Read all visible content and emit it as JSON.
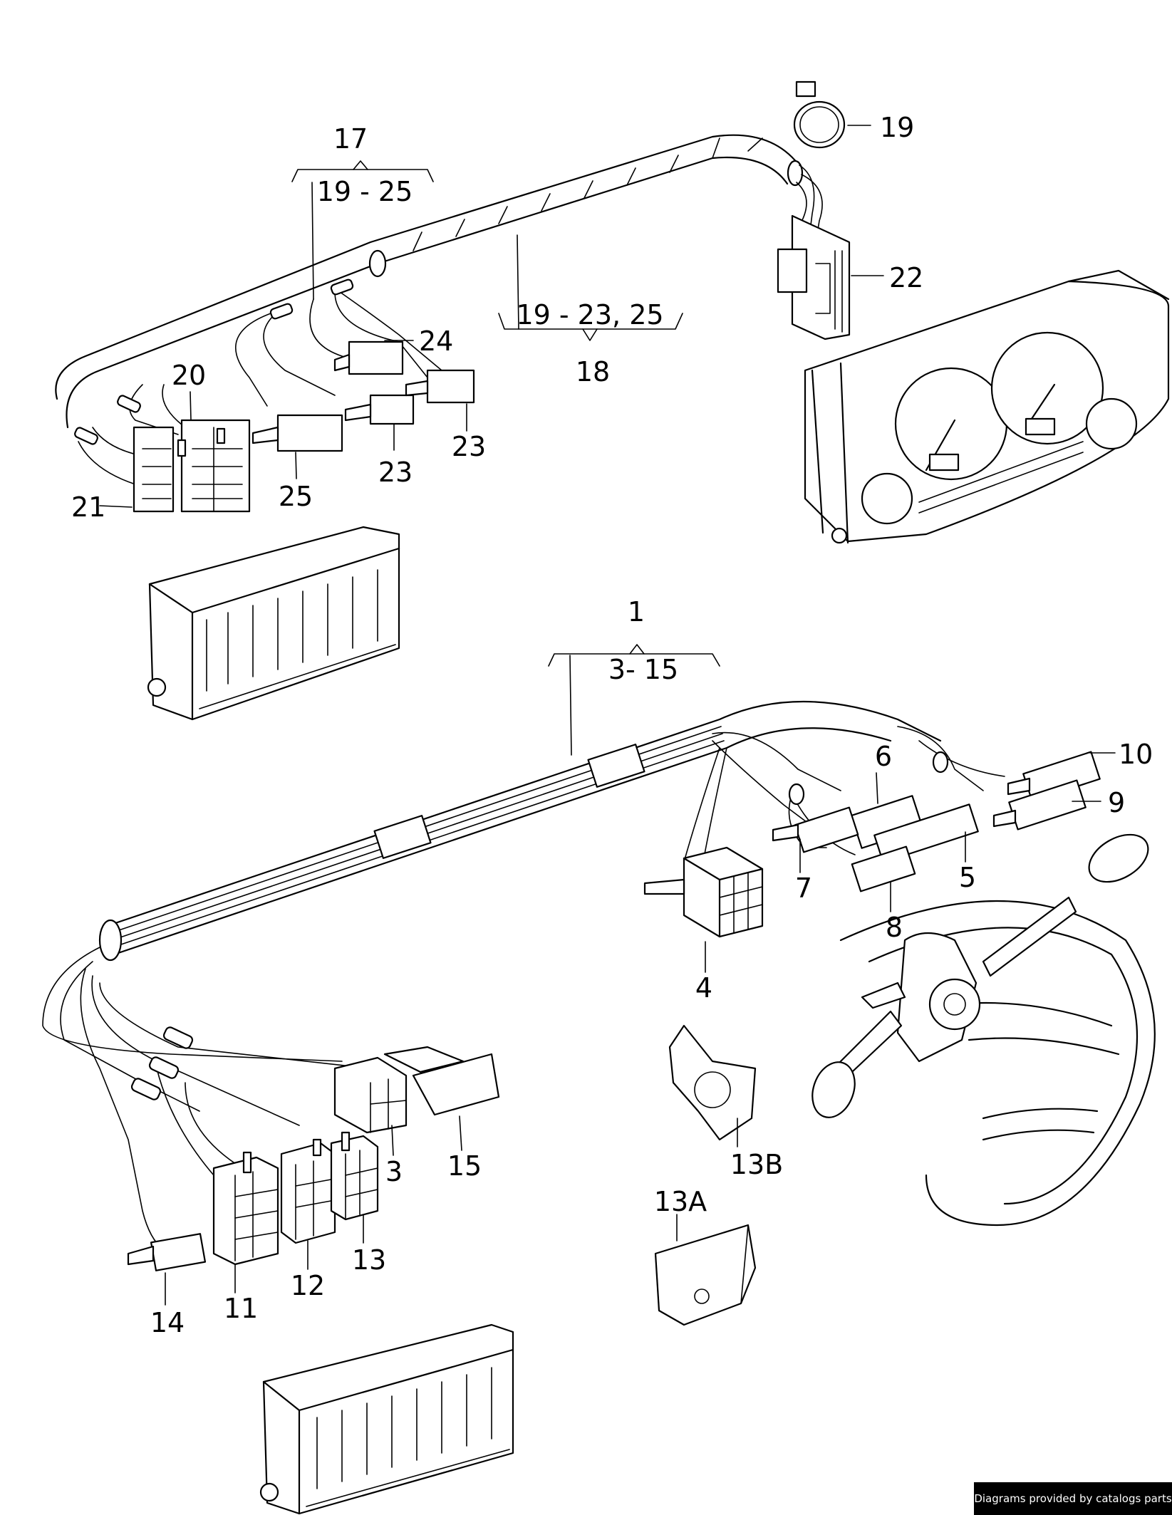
{
  "labels": {
    "l1": "1",
    "l3_15": "3- 15",
    "l3": "3",
    "l4": "4",
    "l5": "5",
    "l6": "6",
    "l7": "7",
    "l8": "8",
    "l9": "9",
    "l10": "10",
    "l11": "11",
    "l12": "12",
    "l13": "13",
    "l13a": "13A",
    "l13b": "13B",
    "l14": "14",
    "l15": "15",
    "l17": "17",
    "l19_25": "19 - 25",
    "l18": "18",
    "l19_23_25": "19 - 23, 25",
    "l19": "19",
    "l20": "20",
    "l21": "21",
    "l22": "22",
    "l23a": "23",
    "l23b": "23",
    "l24": "24",
    "l25": "25"
  },
  "footer": {
    "text": "Diagrams provided by catalogs parts"
  }
}
